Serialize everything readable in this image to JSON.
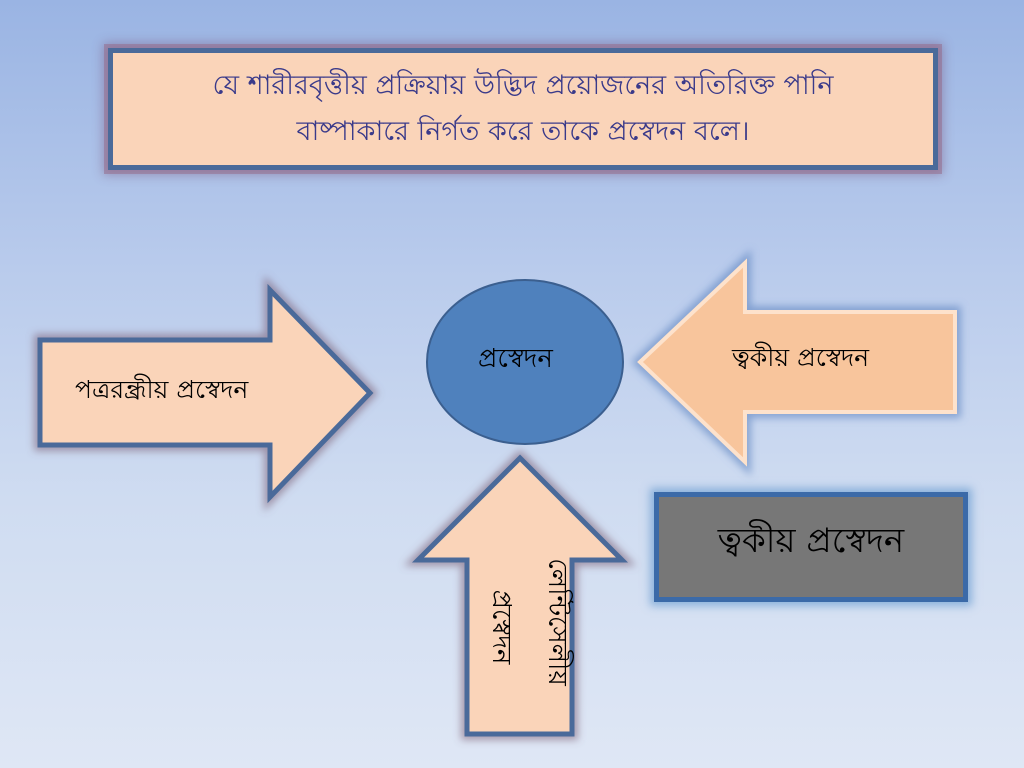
{
  "definition": {
    "line1": "যে শারীরবৃত্তীয় প্রক্রিয়ায় উদ্ভিদ প্রয়োজনের অতিরিক্ত পানি",
    "line2": "বাষ্পাকারে নির্গত করে তাকে প্রস্বেদন বলে।"
  },
  "center": {
    "label": "প্রস্বেদন"
  },
  "arrows": {
    "left": "পত্ররন্ধ্রীয় প্রস্বেদন",
    "right": "ত্বকীয় প্রস্বেদন",
    "bottom_line1": "লেন্টিসেলীয়",
    "bottom_line2": "প্রস্বেদন"
  },
  "highlight_box": {
    "label": "ত্বকীয় প্রস্বেদন"
  },
  "colors": {
    "arrow_fill": "#fad4b9",
    "right_arrow_fill": "#f8c59c",
    "arrow_border": "#4a6a9a",
    "circle_fill": "#4f81bd",
    "circle_border": "#3b5f8f",
    "highlight_fill": "#777777"
  }
}
